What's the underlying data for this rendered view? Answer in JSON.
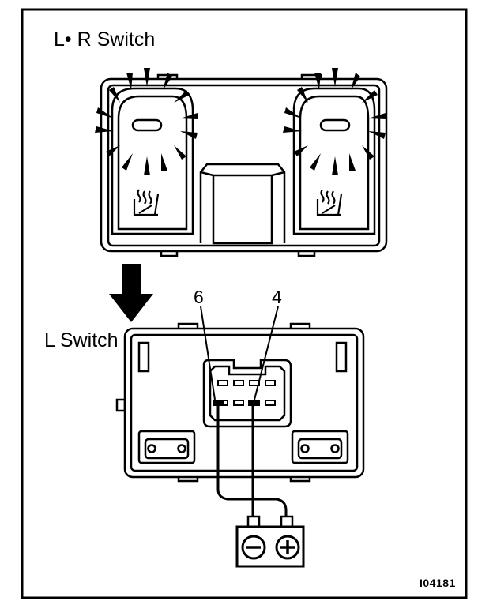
{
  "labels": {
    "lr_switch": "L• R Switch",
    "l_switch": "L Switch",
    "pin_6": "6",
    "pin_4": "4",
    "figure_id": "I04181"
  },
  "battery": {
    "negative_symbol": "minus-icon",
    "positive_symbol": "plus-icon"
  },
  "colors": {
    "line": "#000000",
    "background": "#ffffff"
  }
}
